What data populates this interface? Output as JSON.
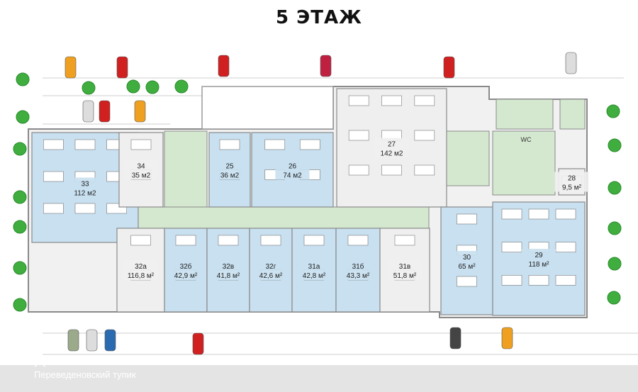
{
  "title": "5 ЭТАЖ",
  "rooms": [
    {
      "id": "33",
      "number": "33",
      "area": "112 м2",
      "kind": "office"
    },
    {
      "id": "34",
      "number": "34",
      "area": "35 м2",
      "kind": "common"
    },
    {
      "id": "25",
      "number": "25",
      "area": "36 м2",
      "kind": "office"
    },
    {
      "id": "26",
      "number": "26",
      "area": "74 м2",
      "kind": "office"
    },
    {
      "id": "27",
      "number": "27",
      "area": "142 м2",
      "kind": "common"
    },
    {
      "id": "28",
      "number": "28",
      "area": "9,5 м²",
      "kind": "common"
    },
    {
      "id": "32a",
      "number": "32а",
      "area": "116,8 м²",
      "kind": "common"
    },
    {
      "id": "32b",
      "number": "32б",
      "area": "42,9 м²",
      "kind": "office"
    },
    {
      "id": "32v",
      "number": "32в",
      "area": "41,8 м²",
      "kind": "office"
    },
    {
      "id": "32g",
      "number": "32г",
      "area": "42,6 м²",
      "kind": "office"
    },
    {
      "id": "31a",
      "number": "31а",
      "area": "42,8 м²",
      "kind": "office"
    },
    {
      "id": "31b",
      "number": "31б",
      "area": "43,3 м²",
      "kind": "office"
    },
    {
      "id": "31v",
      "number": "31в",
      "area": "51,8 м²",
      "kind": "common"
    },
    {
      "id": "30",
      "number": "30",
      "area": "65 м²",
      "kind": "office"
    },
    {
      "id": "29",
      "number": "29",
      "area": "118 м²",
      "kind": "office"
    }
  ],
  "wc_label": "WC",
  "watermark": "Домклик",
  "street": "Переведеновский тупик",
  "colors": {
    "office": "#c8e0f0",
    "common": "#efefef",
    "corridor": "#d4e8cf",
    "wall": "#8a8a8a",
    "tree": "#3fae3f"
  }
}
